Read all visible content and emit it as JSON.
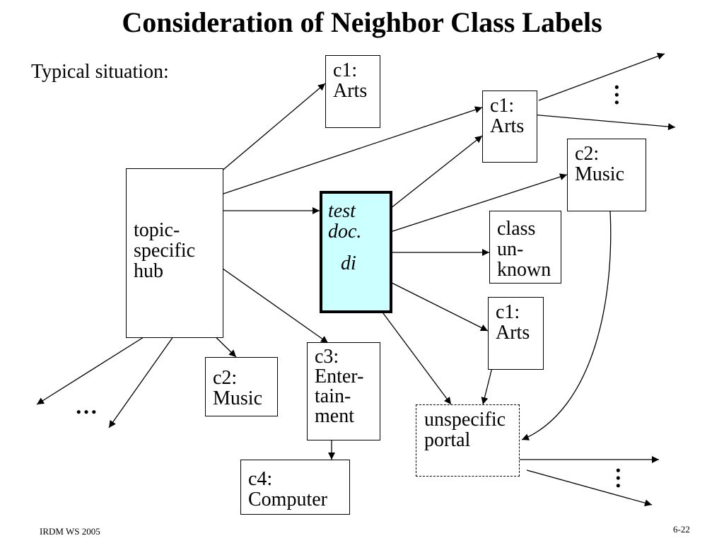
{
  "title": "Consideration of Neighbor Class Labels",
  "subtitle": "Typical situation:",
  "nodes": {
    "c1_top": [
      "c1:",
      "Arts"
    ],
    "c1_right": [
      "c1:",
      "Arts"
    ],
    "c2_music_right": [
      "c2:",
      "Music"
    ],
    "hub": [
      "topic-",
      "specific",
      "hub"
    ],
    "test_doc": [
      "test",
      "doc.",
      "di"
    ],
    "class_unknown": [
      "class",
      "un-",
      "known"
    ],
    "c1_lower": [
      "c1:",
      "Arts"
    ],
    "c3_entertainment": [
      "c3:",
      "Enter-",
      "tain-",
      "ment"
    ],
    "c2_music_left": [
      "c2:",
      "Music"
    ],
    "c4_computer": [
      "c4:",
      "Computer"
    ],
    "unspecific_portal": [
      "unspecific",
      "portal"
    ]
  },
  "ellipsis": "…",
  "footer": {
    "left": "IRDM  WS 2005",
    "right": "6-22"
  }
}
